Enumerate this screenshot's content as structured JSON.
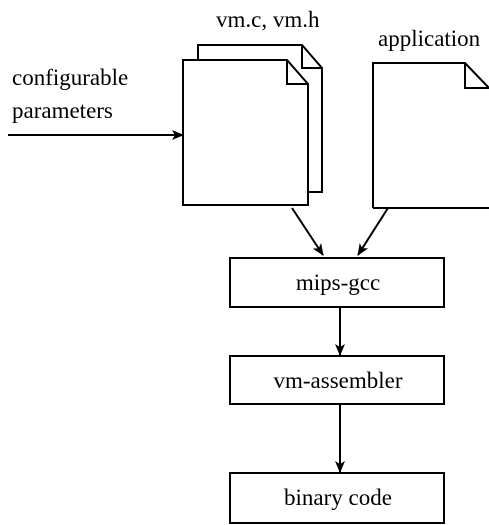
{
  "labels": {
    "vm_files": "vm.c, vm.h",
    "application": "application",
    "config_line1": "configurable",
    "config_line2": "parameters"
  },
  "boxes": {
    "mips_gcc": "mips-gcc",
    "vm_assembler": "vm-assembler",
    "binary_code": "binary code"
  }
}
